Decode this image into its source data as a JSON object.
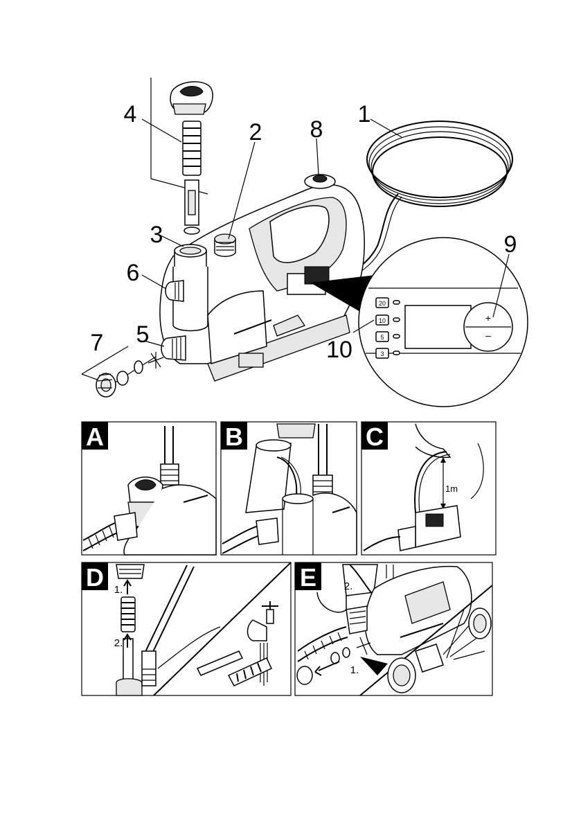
{
  "callouts": {
    "c1": "1",
    "c2": "2",
    "c3": "3",
    "c4": "4",
    "c5": "5",
    "c6": "6",
    "c7": "7",
    "c8": "8",
    "c9": "9",
    "c10": "10"
  },
  "control_panel": {
    "buttons": [
      "20",
      "10",
      "5",
      "3"
    ],
    "plus": "+",
    "minus": "–"
  },
  "panels": {
    "A": {
      "badge": "A"
    },
    "B": {
      "badge": "B"
    },
    "C": {
      "badge": "C",
      "height_label": "1m"
    },
    "D": {
      "badge": "D",
      "step1": "1.",
      "step2": "2."
    },
    "E": {
      "badge": "E",
      "step1": "1.",
      "step2": "2."
    }
  },
  "colors": {
    "ink": "#000000",
    "paper": "#ffffff",
    "shade": "#e6e6e6"
  }
}
